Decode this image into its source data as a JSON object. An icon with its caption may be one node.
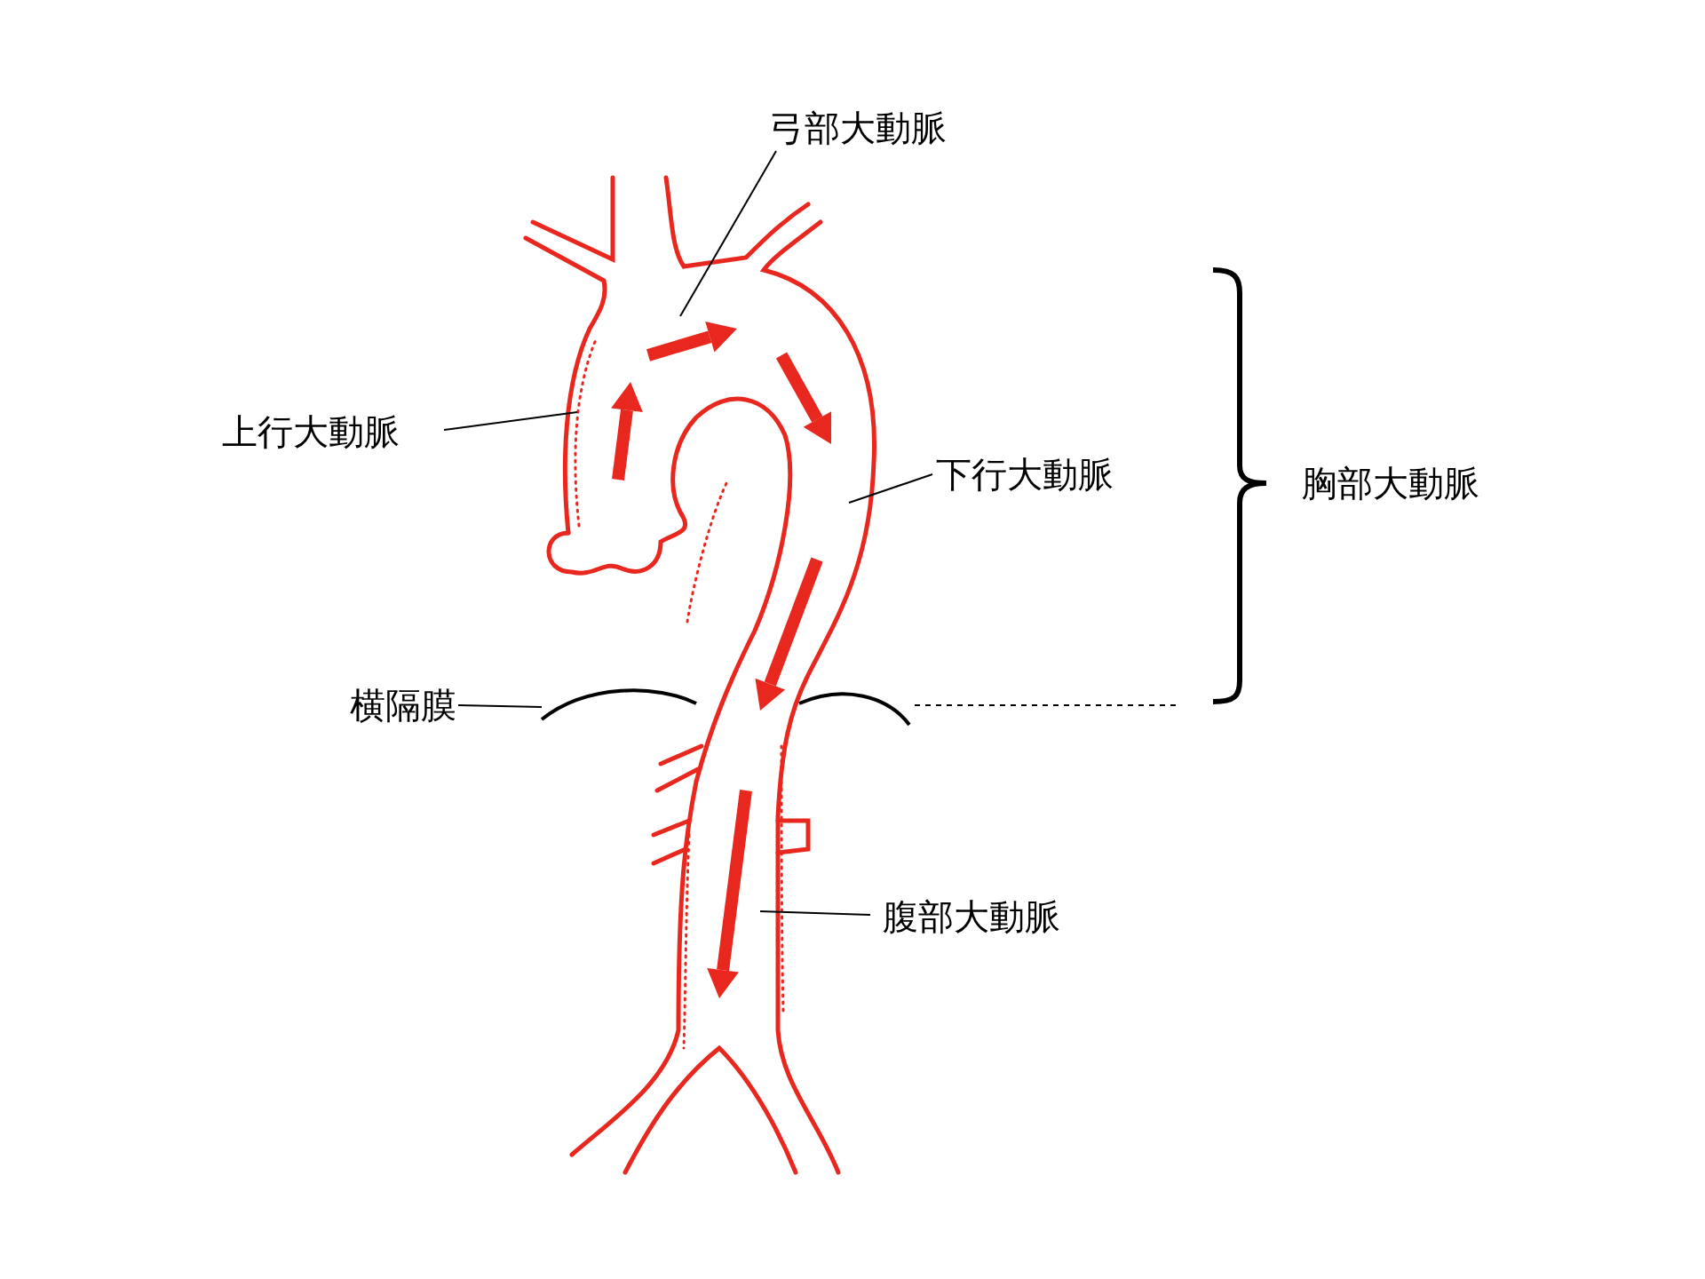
{
  "diagram": {
    "nodes": [
      {
        "text": [
          "弓部大動脈"
        ]
      },
      {
        "text": [
          "上行大動脈"
        ]
      },
      {
        "text": [
          "下行大動脈"
        ]
      },
      {
        "text": [
          "横隔膜"
        ]
      },
      {
        "text": [
          "腹部大動脈"
        ]
      }
    ],
    "edges": [
      {
        "from": 0,
        "to": null,
        "arrow": "none"
      },
      {
        "from": 1,
        "to": null,
        "arrow": "none"
      },
      {
        "from": 2,
        "to": null,
        "arrow": "none"
      },
      {
        "from": 3,
        "to": null,
        "arrow": "none"
      },
      {
        "from": 4,
        "to": null,
        "arrow": "none"
      }
    ],
    "labels": [
      "胸部大動脈"
    ]
  }
}
